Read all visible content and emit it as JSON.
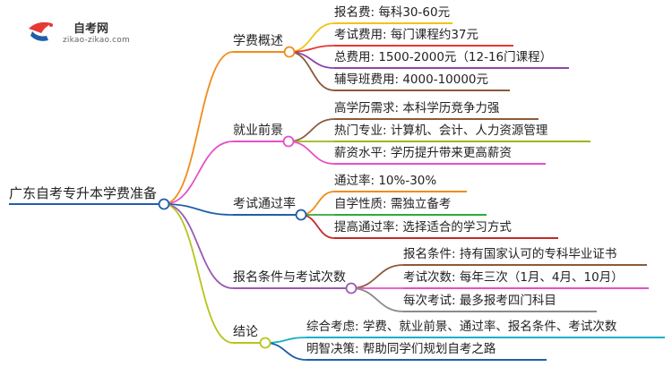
{
  "logo": {
    "name": "自考网",
    "url": "zikao-zikao.com",
    "icon": "graduation-cap-icon"
  },
  "root": {
    "label": "广东自考专升本学费准备"
  },
  "branches": [
    {
      "label": "学费概述",
      "color": "#f08c1a",
      "children": [
        {
          "label": "报名费: 每科30-60元",
          "color": "#f0c419"
        },
        {
          "label": "考试费用: 每门课程约37元",
          "color": "#e53935"
        },
        {
          "label": "总费用: 1500-2000元（12-16门课程）",
          "color": "#8e44ad"
        },
        {
          "label": "辅导班费用: 4000-10000元",
          "color": "#8d5a3c"
        }
      ]
    },
    {
      "label": "就业前景",
      "color": "#e64fc8",
      "children": [
        {
          "label": "高学历需求: 本科学历竞争力强",
          "color": "#8d5a3c"
        },
        {
          "label": "热门专业: 计算机、会计、人力资源管理",
          "color": "#9ab81a"
        },
        {
          "label": "薪资水平: 学历提升带来更高薪资",
          "color": "#e64fc8"
        }
      ]
    },
    {
      "label": "考试通过率",
      "color": "#1f5fa8",
      "children": [
        {
          "label": "通过率: 10%-30%",
          "color": "#f08c1a"
        },
        {
          "label": "自学性质: 需独立备考",
          "color": "#2eaa3c"
        },
        {
          "label": "提高通过率: 选择适合的学习方式",
          "color": "#c62828"
        }
      ]
    },
    {
      "label": "报名条件与考试次数",
      "color": "#9b59b6",
      "children": [
        {
          "label": "报名条件: 持有国家认可的专科毕业证书",
          "color": "#8d5a3c"
        },
        {
          "label": "考试次数: 每年三次（1月、4月、10月）",
          "color": "#e64fc8"
        },
        {
          "label": "每次考试: 最多报考四门科目",
          "color": "#8a8a8a"
        }
      ]
    },
    {
      "label": "结论",
      "color": "#b7c41a",
      "children": [
        {
          "label": "综合考虑: 学费、就业前景、通过率、报名条件、考试次数",
          "color": "#1ab0c8"
        },
        {
          "label": "明智决策: 帮助同学们规划自考之路",
          "color": "#1f5fa8"
        }
      ]
    }
  ]
}
